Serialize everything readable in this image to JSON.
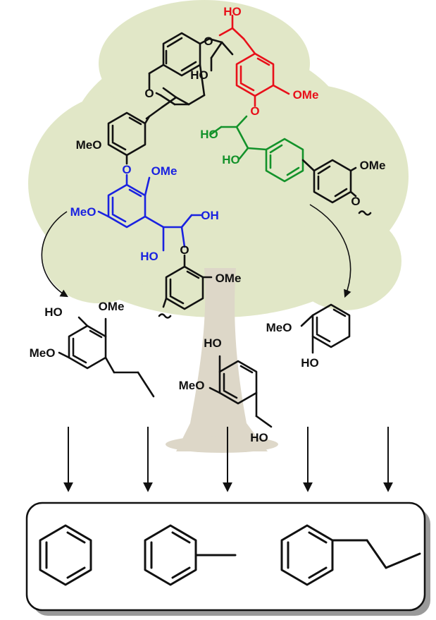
{
  "colors": {
    "black": "#111111",
    "red": "#e8101a",
    "blue": "#1a22e0",
    "green": "#13922a",
    "tree_foliage": "#c9d59a",
    "tree_trunk": "#c2b89c",
    "box_shadow": "#9a9a9a"
  },
  "lignin": {
    "black_unit": {
      "labels": {
        "o_ether": "O",
        "ho": "HO",
        "o_ring": "O",
        "meo": "MeO"
      }
    },
    "red_unit": {
      "labels": {
        "ho": "HO",
        "ome": "OMe",
        "o": "O"
      }
    },
    "green_unit": {
      "labels": {
        "ho_top": "HO",
        "ho_mid": "HO",
        "ome": "OMe",
        "o": "O",
        "wavy": "~"
      }
    },
    "blue_unit": {
      "labels": {
        "o": "O",
        "ome": "OMe",
        "meo": "MeO",
        "oh": "OH",
        "ho": "HO"
      }
    },
    "lower_unit": {
      "labels": {
        "o": "O",
        "ome": "OMe",
        "wavy": "~"
      }
    }
  },
  "monomers": {
    "syringyl": {
      "labels": {
        "ho": "HO",
        "ome": "OMe",
        "meo": "MeO"
      }
    },
    "vanillyl_alcohol": {
      "labels": {
        "ho_top": "HO",
        "meo": "MeO",
        "ho_bottom": "HO"
      }
    },
    "guaiacol": {
      "labels": {
        "meo": "MeO",
        "ho": "HO"
      }
    }
  },
  "products": [
    "benzene",
    "toluene",
    "propylbenzene"
  ],
  "arrows_down_count": 5
}
